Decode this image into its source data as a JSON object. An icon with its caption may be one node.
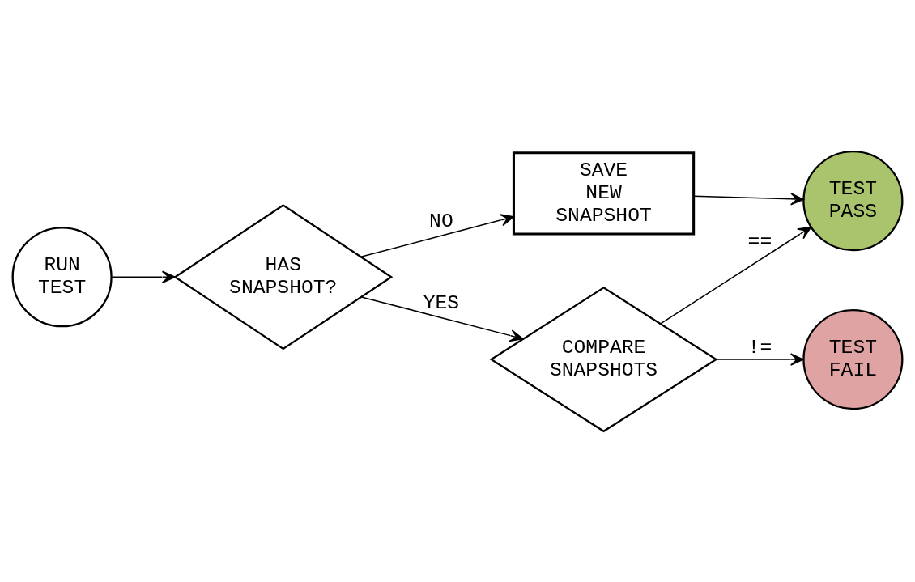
{
  "diagram": {
    "nodes": [
      {
        "text": [
          "RUN TEST"
        ]
      },
      {
        "text": [
          "HAS SNAPSHOT?"
        ]
      },
      {
        "text": [
          "SAVE NEW SNAPSHOT"
        ]
      },
      {
        "text": [
          "TEST PASS"
        ]
      },
      {
        "text": [
          "COMPARE SNAPSHOTS"
        ]
      },
      {
        "text": [
          "TEST FAIL"
        ]
      }
    ],
    "edges": [
      {
        "from": 0,
        "to": 1,
        "arrow": "to"
      },
      {
        "from": 1,
        "to": 2,
        "label": "NO",
        "arrow": "to"
      },
      {
        "from": 1,
        "to": 4,
        "label": "YES",
        "arrow": "to"
      },
      {
        "from": 2,
        "to": 3,
        "arrow": "to"
      },
      {
        "from": 4,
        "to": 3,
        "label": "==",
        "arrow": "to"
      },
      {
        "from": 4,
        "to": 5,
        "label": "!=",
        "arrow": "to"
      }
    ]
  }
}
